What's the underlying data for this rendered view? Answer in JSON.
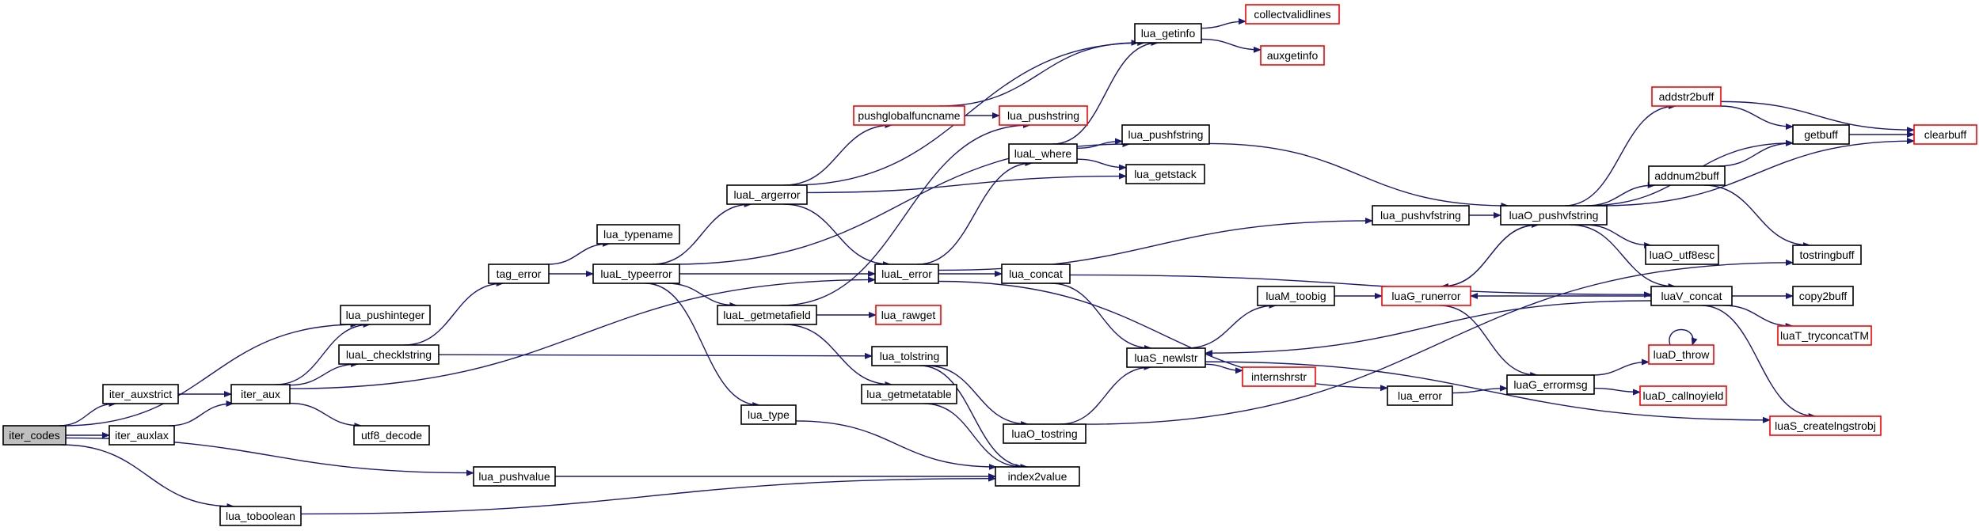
{
  "colors": {
    "edge": "#191970",
    "node_border_black": "#000000",
    "node_border_red": "#ff0000",
    "node_fill": "#ffffff",
    "root_fill": "#bfbfbf"
  },
  "nodes": [
    {
      "id": "iter_codes",
      "label": "iter_codes",
      "border": "black",
      "root": true
    },
    {
      "id": "iter_auxstrict",
      "label": "iter_auxstrict",
      "border": "black"
    },
    {
      "id": "iter_auxlax",
      "label": "iter_auxlax",
      "border": "black"
    },
    {
      "id": "lua_pushinteger",
      "label": "lua_pushinteger",
      "border": "black"
    },
    {
      "id": "lua_pushvalue",
      "label": "lua_pushvalue",
      "border": "black"
    },
    {
      "id": "lua_toboolean",
      "label": "lua_toboolean",
      "border": "black"
    },
    {
      "id": "iter_aux",
      "label": "iter_aux",
      "border": "black"
    },
    {
      "id": "luaL_checklstring",
      "label": "luaL_checklstring",
      "border": "black"
    },
    {
      "id": "utf8_decode",
      "label": "utf8_decode",
      "border": "black"
    },
    {
      "id": "tag_error",
      "label": "tag_error",
      "border": "black"
    },
    {
      "id": "lua_typename",
      "label": "lua_typename",
      "border": "black"
    },
    {
      "id": "luaL_typeerror",
      "label": "luaL_typeerror",
      "border": "black"
    },
    {
      "id": "luaL_argerror",
      "label": "luaL_argerror",
      "border": "black"
    },
    {
      "id": "luaL_getmetafield",
      "label": "luaL_getmetafield",
      "border": "black"
    },
    {
      "id": "lua_type",
      "label": "lua_type",
      "border": "black"
    },
    {
      "id": "pushglobalfuncname",
      "label": "pushglobalfuncname",
      "border": "red"
    },
    {
      "id": "lua_pushstring",
      "label": "lua_pushstring",
      "border": "red"
    },
    {
      "id": "lua_getinfo",
      "label": "lua_getinfo",
      "border": "black"
    },
    {
      "id": "collectvalidlines",
      "label": "collectvalidlines",
      "border": "red"
    },
    {
      "id": "auxgetinfo",
      "label": "auxgetinfo",
      "border": "red"
    },
    {
      "id": "luaL_where",
      "label": "luaL_where",
      "border": "black"
    },
    {
      "id": "lua_pushfstring",
      "label": "lua_pushfstring",
      "border": "black"
    },
    {
      "id": "lua_getstack",
      "label": "lua_getstack",
      "border": "black"
    },
    {
      "id": "luaL_error",
      "label": "luaL_error",
      "border": "black"
    },
    {
      "id": "lua_rawget",
      "label": "lua_rawget",
      "border": "red"
    },
    {
      "id": "lua_tolstring",
      "label": "lua_tolstring",
      "border": "black"
    },
    {
      "id": "lua_getmetatable",
      "label": "lua_getmetatable",
      "border": "black"
    },
    {
      "id": "lua_concat",
      "label": "lua_concat",
      "border": "black"
    },
    {
      "id": "luaO_tostring",
      "label": "luaO_tostring",
      "border": "black"
    },
    {
      "id": "index2value",
      "label": "index2value",
      "border": "black"
    },
    {
      "id": "lua_pushvfstring",
      "label": "lua_pushvfstring",
      "border": "black"
    },
    {
      "id": "luaM_toobig",
      "label": "luaM_toobig",
      "border": "black"
    },
    {
      "id": "luaS_newlstr",
      "label": "luaS_newlstr",
      "border": "black"
    },
    {
      "id": "internshrstr",
      "label": "internshrstr",
      "border": "red"
    },
    {
      "id": "lua_error",
      "label": "lua_error",
      "border": "black"
    },
    {
      "id": "luaO_pushvfstring",
      "label": "luaO_pushvfstring",
      "border": "black"
    },
    {
      "id": "luaG_runerror",
      "label": "luaG_runerror",
      "border": "red"
    },
    {
      "id": "luaG_errormsg",
      "label": "luaG_errormsg",
      "border": "black"
    },
    {
      "id": "addstr2buff",
      "label": "addstr2buff",
      "border": "red"
    },
    {
      "id": "getbuff",
      "label": "getbuff",
      "border": "black"
    },
    {
      "id": "clearbuff",
      "label": "clearbuff",
      "border": "red"
    },
    {
      "id": "addnum2buff",
      "label": "addnum2buff",
      "border": "black"
    },
    {
      "id": "luaO_utf8esc",
      "label": "luaO_utf8esc",
      "border": "black"
    },
    {
      "id": "luaV_concat",
      "label": "luaV_concat",
      "border": "black"
    },
    {
      "id": "tostringbuff",
      "label": "tostringbuff",
      "border": "black"
    },
    {
      "id": "copy2buff",
      "label": "copy2buff",
      "border": "black"
    },
    {
      "id": "luaT_tryconcatTM",
      "label": "luaT_tryconcatTM",
      "border": "red"
    },
    {
      "id": "luaD_throw",
      "label": "luaD_throw",
      "border": "red"
    },
    {
      "id": "luaD_callnoyield",
      "label": "luaD_callnoyield",
      "border": "red"
    },
    {
      "id": "luaS_createlngstrobj",
      "label": "luaS_createlngstrobj",
      "border": "red"
    }
  ],
  "edges": [
    [
      "iter_codes",
      "lua_pushinteger"
    ],
    [
      "iter_codes",
      "iter_auxstrict"
    ],
    [
      "iter_codes",
      "iter_auxlax"
    ],
    [
      "iter_codes",
      "lua_pushvalue"
    ],
    [
      "iter_codes",
      "lua_toboolean"
    ],
    [
      "iter_auxstrict",
      "iter_aux"
    ],
    [
      "iter_auxlax",
      "iter_aux"
    ],
    [
      "iter_aux",
      "lua_pushinteger"
    ],
    [
      "iter_aux",
      "luaL_checklstring"
    ],
    [
      "iter_aux",
      "luaL_error"
    ],
    [
      "iter_aux",
      "utf8_decode"
    ],
    [
      "luaL_checklstring",
      "tag_error"
    ],
    [
      "luaL_checklstring",
      "lua_tolstring"
    ],
    [
      "tag_error",
      "lua_typename"
    ],
    [
      "tag_error",
      "luaL_typeerror"
    ],
    [
      "luaL_typeerror",
      "luaL_argerror"
    ],
    [
      "luaL_typeerror",
      "lua_pushfstring"
    ],
    [
      "luaL_typeerror",
      "luaL_getmetafield"
    ],
    [
      "luaL_typeerror",
      "lua_type"
    ],
    [
      "luaL_typeerror",
      "luaL_error"
    ],
    [
      "luaL_argerror",
      "lua_getinfo"
    ],
    [
      "luaL_argerror",
      "pushglobalfuncname"
    ],
    [
      "luaL_argerror",
      "lua_getstack"
    ],
    [
      "luaL_argerror",
      "luaL_error"
    ],
    [
      "pushglobalfuncname",
      "lua_getinfo"
    ],
    [
      "pushglobalfuncname",
      "lua_pushstring"
    ],
    [
      "lua_getinfo",
      "collectvalidlines"
    ],
    [
      "lua_getinfo",
      "auxgetinfo"
    ],
    [
      "luaL_getmetafield",
      "lua_pushstring"
    ],
    [
      "luaL_getmetafield",
      "lua_rawget"
    ],
    [
      "luaL_getmetafield",
      "lua_getmetatable"
    ],
    [
      "luaL_error",
      "luaL_where"
    ],
    [
      "luaL_error",
      "lua_pushvfstring"
    ],
    [
      "luaL_error",
      "lua_concat"
    ],
    [
      "luaL_error",
      "lua_error"
    ],
    [
      "luaL_where",
      "lua_getinfo"
    ],
    [
      "luaL_where",
      "lua_pushfstring"
    ],
    [
      "luaL_where",
      "lua_getstack"
    ],
    [
      "lua_pushfstring",
      "luaO_pushvfstring"
    ],
    [
      "lua_pushvfstring",
      "luaO_pushvfstring"
    ],
    [
      "lua_concat",
      "luaV_concat"
    ],
    [
      "lua_concat",
      "luaS_newlstr"
    ],
    [
      "lua_tolstring",
      "luaO_tostring"
    ],
    [
      "lua_tolstring",
      "index2value"
    ],
    [
      "lua_getmetatable",
      "index2value"
    ],
    [
      "lua_type",
      "index2value"
    ],
    [
      "lua_pushvalue",
      "index2value"
    ],
    [
      "lua_toboolean",
      "index2value"
    ],
    [
      "luaO_tostring",
      "luaS_newlstr"
    ],
    [
      "luaO_tostring",
      "tostringbuff"
    ],
    [
      "luaM_toobig",
      "luaG_runerror"
    ],
    [
      "luaS_newlstr",
      "luaM_toobig"
    ],
    [
      "luaS_newlstr",
      "internshrstr"
    ],
    [
      "luaS_newlstr",
      "luaS_createlngstrobj"
    ],
    [
      "lua_error",
      "luaG_errormsg"
    ],
    [
      "luaO_pushvfstring",
      "addstr2buff"
    ],
    [
      "luaO_pushvfstring",
      "getbuff"
    ],
    [
      "luaO_pushvfstring",
      "clearbuff"
    ],
    [
      "luaO_pushvfstring",
      "addnum2buff"
    ],
    [
      "luaO_pushvfstring",
      "luaO_utf8esc"
    ],
    [
      "luaO_pushvfstring",
      "luaG_runerror"
    ],
    [
      "luaO_pushvfstring",
      "luaV_concat"
    ],
    [
      "luaG_runerror",
      "luaO_pushvfstring"
    ],
    [
      "luaG_runerror",
      "luaG_errormsg"
    ],
    [
      "luaG_errormsg",
      "luaD_throw"
    ],
    [
      "luaG_errormsg",
      "luaD_callnoyield"
    ],
    [
      "luaD_throw",
      "luaD_throw"
    ],
    [
      "addstr2buff",
      "getbuff"
    ],
    [
      "addstr2buff",
      "clearbuff"
    ],
    [
      "getbuff",
      "clearbuff"
    ],
    [
      "addnum2buff",
      "getbuff"
    ],
    [
      "addnum2buff",
      "tostringbuff"
    ],
    [
      "luaV_concat",
      "luaG_runerror"
    ],
    [
      "luaV_concat",
      "luaS_newlstr"
    ],
    [
      "luaV_concat",
      "copy2buff"
    ],
    [
      "luaV_concat",
      "luaT_tryconcatTM"
    ],
    [
      "luaV_concat",
      "luaS_createlngstrobj"
    ]
  ]
}
